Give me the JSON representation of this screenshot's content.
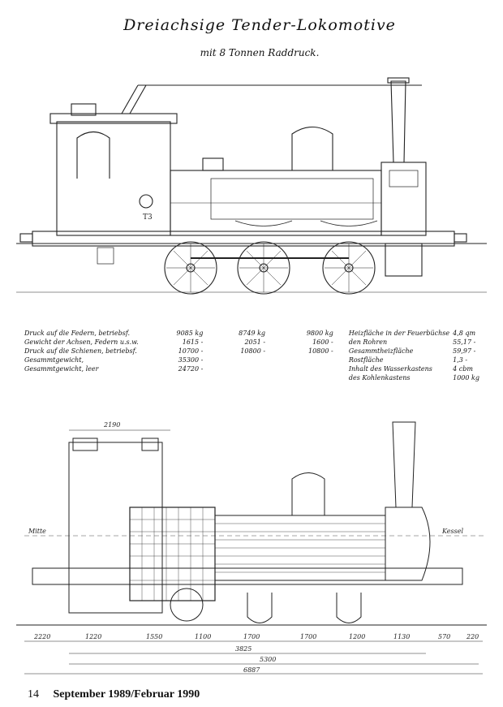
{
  "drawing": {
    "title": "Dreiachsige Tender-Lokomotive",
    "subtitle": "mit 8 Tonnen Raddruck."
  },
  "specs": {
    "rows": [
      {
        "label": "Druck auf die Federn, betriebsf.",
        "v1": "9085 kg",
        "v2": "8749 kg",
        "v3": "9800 kg"
      },
      {
        "label": "Gewicht der Achsen, Federn u.s.w.",
        "v1": "1615 -",
        "v2": "2051 -",
        "v3": "1600 -"
      },
      {
        "label": "Druck auf die Schienen, betriebsf.",
        "v1": "10700 -",
        "v2": "10800 -",
        "v3": "10800 -"
      },
      {
        "label": "Gesammtgewicht,",
        "v1": "35300 -",
        "v2": "",
        "v3": ""
      },
      {
        "label": "Gesammtgewicht, leer",
        "v1": "24720 -",
        "v2": "",
        "v3": ""
      }
    ],
    "right_rows": [
      {
        "label": "Heizfläche in der Feuerbüchse",
        "value": "4,8 qm"
      },
      {
        "label": "den Rohren",
        "value": "55,17 -"
      },
      {
        "label": "Gesammtheizfläche",
        "value": "59,97 -"
      },
      {
        "label": "Rostfläche",
        "value": "1,3 -"
      },
      {
        "label": "Inhalt des Wasserkastens",
        "value": "4 cbm"
      },
      {
        "label": "des Kohlenkastens",
        "value": "1000 kg"
      }
    ]
  },
  "dimensions": {
    "top_span": "2190",
    "mid_left": "Mitte",
    "mid_right": "Kessel",
    "total_1": "3825",
    "total_2": "5300",
    "total_3": "6887",
    "chain": [
      "2220",
      "1220",
      "1550",
      "1100",
      "1700",
      "1700",
      "1200",
      "1130",
      "570",
      "220"
    ]
  },
  "footer": {
    "page": "14",
    "issue": "September 1989/Februar 1990"
  }
}
